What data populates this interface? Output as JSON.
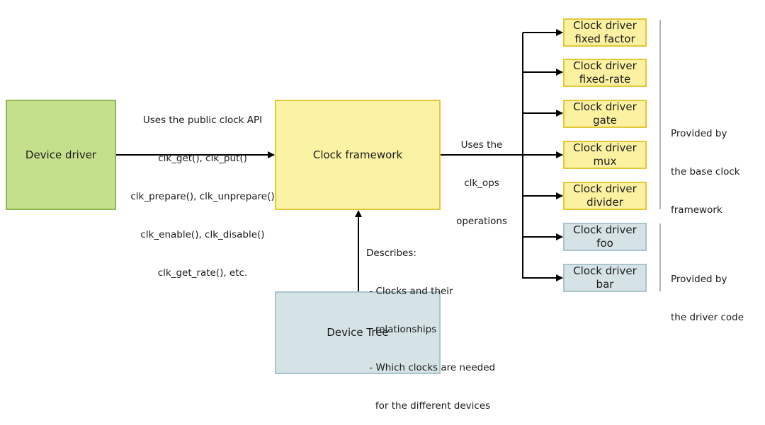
{
  "boxes": {
    "device_driver": "Device driver",
    "clock_framework": "Clock framework",
    "device_tree": "Device Tree"
  },
  "clock_drivers": [
    {
      "line1": "Clock driver",
      "line2": "fixed factor"
    },
    {
      "line1": "Clock driver",
      "line2": "fixed-rate"
    },
    {
      "line1": "Clock driver",
      "line2": "gate"
    },
    {
      "line1": "Clock driver",
      "line2": "mux"
    },
    {
      "line1": "Clock driver",
      "line2": "divider"
    },
    {
      "line1": "Clock driver",
      "line2": "foo"
    },
    {
      "line1": "Clock driver",
      "line2": "bar"
    }
  ],
  "api_label": [
    "Uses the public clock API",
    "clk_get(), clk_put()",
    "clk_prepare(), clk_unprepare()",
    "clk_enable(), clk_disable()",
    "clk_get_rate(), etc."
  ],
  "ops_label": [
    "Uses the",
    "clk_ops",
    "operations"
  ],
  "describes_label": [
    "Describes:",
    " - Clocks and their",
    "   relationships",
    " - Which clocks are needed",
    "   for the different devices"
  ],
  "provided_base": [
    "Provided by",
    "the base clock",
    "framework"
  ],
  "provided_driver": [
    "Provided by",
    "the driver code"
  ]
}
